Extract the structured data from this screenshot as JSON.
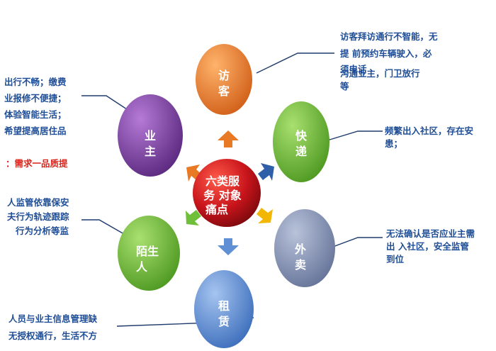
{
  "center": {
    "lines": [
      "六类服",
      "务 对象",
      "痛点"
    ],
    "color": "#c8141b"
  },
  "nodes": [
    {
      "id": "visitor",
      "lines": [
        "访",
        "客"
      ],
      "color": "#e87a26"
    },
    {
      "id": "express",
      "lines": [
        "快",
        "递"
      ],
      "color": "#6fbf3a"
    },
    {
      "id": "takeout",
      "lines": [
        "外",
        "卖"
      ],
      "color": "#8593b2"
    },
    {
      "id": "rental",
      "lines": [
        "租",
        "赁"
      ],
      "color": "#5f8fd4"
    },
    {
      "id": "stranger",
      "lines": [
        "陌生",
        "人"
      ],
      "color": "#6fbf3a"
    },
    {
      "id": "owner",
      "lines": [
        "业",
        "主"
      ],
      "color": "#7d3fa3"
    }
  ],
  "annotations": {
    "visitor": [
      "访客拜访通行不智能，无",
      "提 前预约车辆驶入，必",
      "须电话",
      "沟通业主，门卫放行",
      "等"
    ],
    "express": [
      "频繁出入社区，存在安",
      "患；"
    ],
    "takeout": [
      "无法确认是否应业主需",
      "出 入社区，安全监管",
      "到位"
    ],
    "rental": [
      "人员与业主信息管理缺",
      "无授权通行，生活不方"
    ],
    "stranger": [
      "人监管依靠保安",
      "夫行为轨迹跟踪",
      "行为分析等监"
    ],
    "owner": [
      "出行不畅；缴费",
      "业报修不便捷；",
      "体验智能生活；",
      "希望提高居住品"
    ],
    "owner_highlight": "：需求一品质提"
  },
  "arrow_colors": [
    "#e87a26",
    "#2f5fa8",
    "#f2b705",
    "#5f8fd4",
    "#6fbf3a",
    "#e87a26"
  ],
  "connector_color": "#1f3b6e"
}
